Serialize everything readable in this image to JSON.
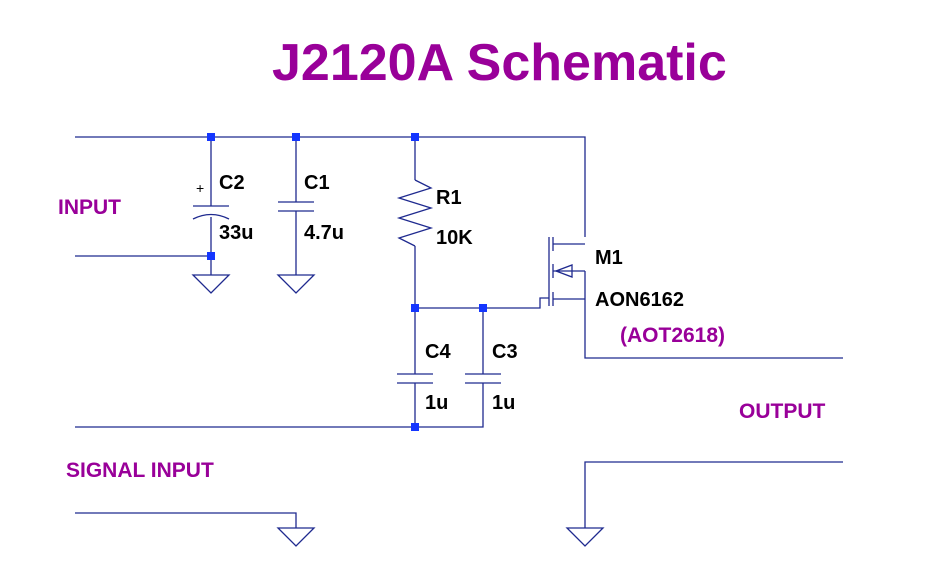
{
  "title": "J2120A Schematic",
  "labels": {
    "input": "INPUT",
    "signal_input": "SIGNAL INPUT",
    "output": "OUTPUT",
    "alt_part": "(AOT2618)"
  },
  "components": {
    "c2": {
      "ref": "C2",
      "value": "33u",
      "polarity": "+"
    },
    "c1": {
      "ref": "C1",
      "value": "4.7u"
    },
    "r1": {
      "ref": "R1",
      "value": "10K"
    },
    "c4": {
      "ref": "C4",
      "value": "1u"
    },
    "c3": {
      "ref": "C3",
      "value": "1u"
    },
    "m1": {
      "ref": "M1",
      "value": "AON6162"
    }
  },
  "colors": {
    "wire": "#1f2a8f",
    "node": "#1436ff",
    "label": "#990099",
    "component_text": "#000000"
  }
}
